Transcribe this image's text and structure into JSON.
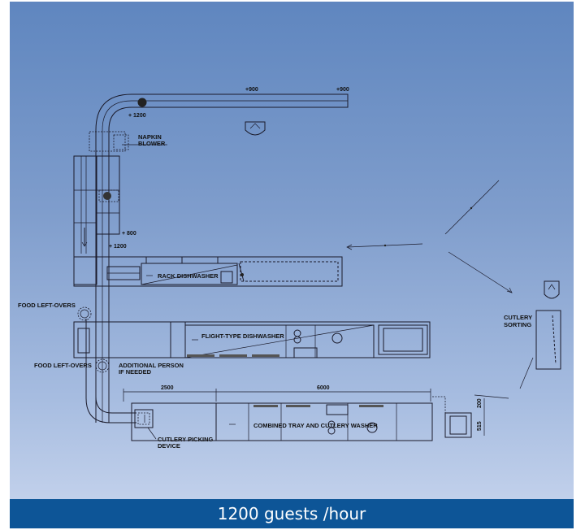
{
  "labels": {
    "pos900a": "+900",
    "pos900b": "+900",
    "pos1200top": "+ 1200",
    "napkin1": "NAPKIN",
    "napkin2": "BLOWER",
    "pos800": "+ 800",
    "pos1200mid": "+ 1200",
    "rack": "RACK DISHWASHER",
    "food1": "FOOD LEFT-OVERS",
    "flight": "FLIGHT-TYPE DISHWASHER",
    "food2": "FOOD LEFT-OVERS",
    "addl1": "ADDITIONAL PERSON",
    "addl2": "IF NEEDED",
    "cutsort1": "CUTLERY",
    "cutsort2": "SORTING",
    "dim2500": "2500",
    "dim6000": "6000",
    "dim200": "200",
    "dim515": "515",
    "combined": "COMBINED TRAY AND CUTLERY WASHER",
    "picking1": "CUTLERY PICKING",
    "picking2": "DEVICE"
  },
  "footer": "1200 guests /hour"
}
